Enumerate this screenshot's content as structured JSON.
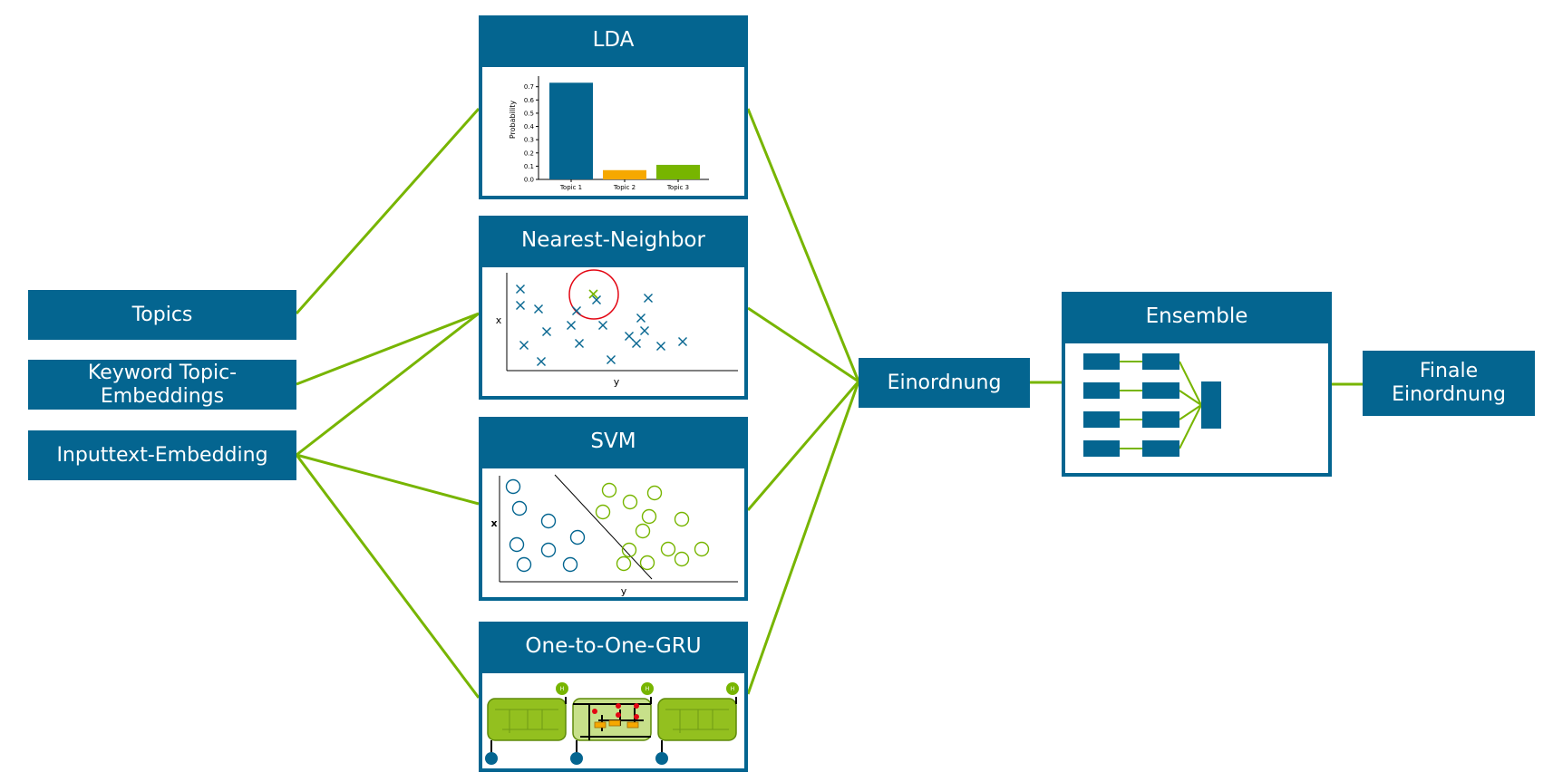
{
  "inputs": {
    "topics": "Topics",
    "keyword_line1": "Keyword Topic-",
    "keyword_line2": "Embeddings",
    "inputtext": "Inputtext-Embedding"
  },
  "models": {
    "lda": {
      "title": "LDA",
      "chart_data": {
        "type": "bar",
        "categories": [
          "Topic 1",
          "Topic 2",
          "Topic 3"
        ],
        "values": [
          0.73,
          0.07,
          0.11
        ],
        "ylabel": "Probability",
        "yticks": [
          "0.0",
          "0.1",
          "0.2",
          "0.3",
          "0.4",
          "0.5",
          "0.6",
          "0.7"
        ],
        "ylim": [
          0,
          0.78
        ],
        "colors": [
          "#046590",
          "#f6a800",
          "#77b500"
        ]
      }
    },
    "nn": {
      "title": "Nearest-Neighbor",
      "xlabel": "y",
      "ylabel": "x"
    },
    "svm": {
      "title": "SVM",
      "xlabel": "y",
      "ylabel": "x"
    },
    "gru": {
      "title": "One-to-One-GRU",
      "node_label": "H"
    }
  },
  "einordnung": "Einordnung",
  "ensemble": {
    "title": "Ensemble"
  },
  "final_line1": "Finale",
  "final_line2": "Einordnung",
  "colors": {
    "primary": "#046590",
    "accent": "#77b500",
    "orange": "#f6a800",
    "red": "#e30613"
  }
}
